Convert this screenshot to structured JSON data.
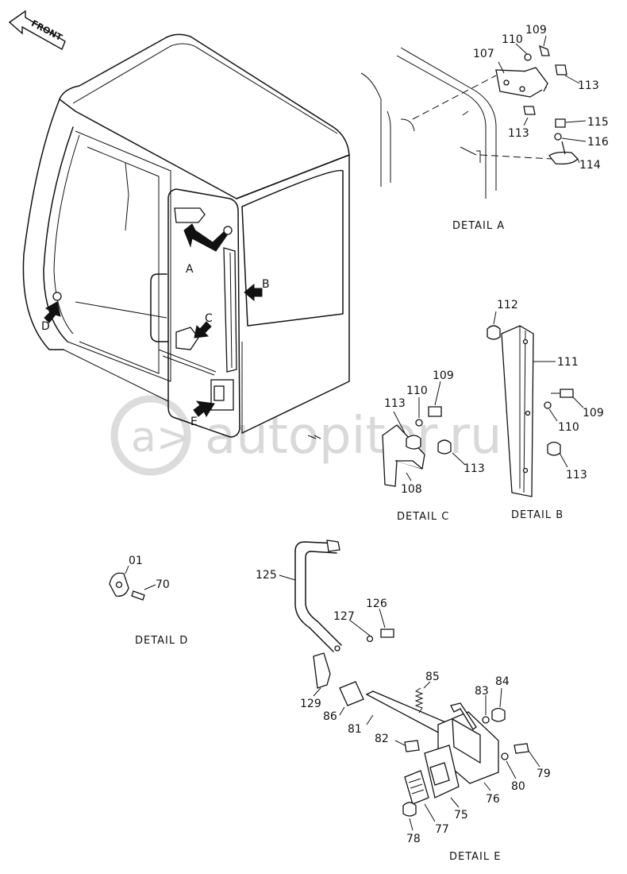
{
  "front_label": "FRONT",
  "watermark": "autopiter.ru",
  "arrow_labels": {
    "a": "A",
    "b": "B",
    "c": "C",
    "d": "D",
    "e": "E"
  },
  "details": {
    "a": "DETAIL A",
    "b": "DETAIL B",
    "c": "DETAIL C",
    "d": "DETAIL D",
    "e": "DETAIL E"
  },
  "part_numbers": {
    "p01": "01",
    "p70": "70",
    "p107": "107",
    "p109a": "109",
    "p110a": "110",
    "p113a": "113",
    "p113b": "113",
    "p114": "114",
    "p115": "115",
    "p116": "116",
    "p112": "112",
    "p111": "111",
    "p109b": "109",
    "p110b": "110",
    "p113c": "113",
    "p113d": "113",
    "p110c": "110",
    "p109c": "109",
    "p113e": "113",
    "p108": "108",
    "p125": "125",
    "p127": "127",
    "p126": "126",
    "p129": "129",
    "p86": "86",
    "p81": "81",
    "p85": "85",
    "p83": "83",
    "p84": "84",
    "p82": "82",
    "p79": "79",
    "p80": "80",
    "p76": "76",
    "p75": "75",
    "p77": "77",
    "p78": "78"
  }
}
